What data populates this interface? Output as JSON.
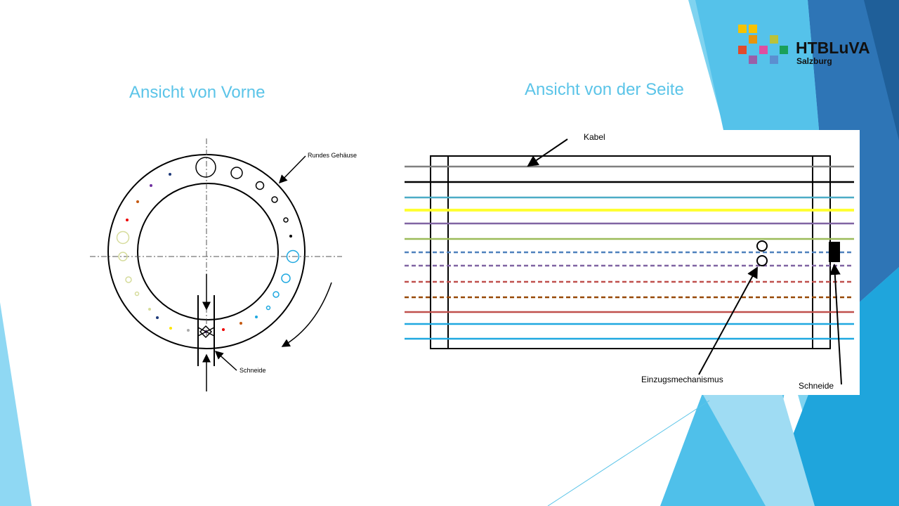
{
  "logo": {
    "name": "HTBLuVA",
    "sub": "Salzburg"
  },
  "front": {
    "title": "Ansicht von Vorne",
    "label_housing": "Rundes Gehäuse",
    "label_blade": "Schneide"
  },
  "side": {
    "title": "Ansicht von der Seite",
    "label_cable": "Kabel",
    "label_mechanism": "Einzugsmechanismus",
    "label_blade": "Schneide",
    "cables": [
      {
        "color": "#808080",
        "style": "solid"
      },
      {
        "color": "#000000",
        "style": "solid"
      },
      {
        "color": "#4bacc6",
        "style": "solid"
      },
      {
        "color": "#ffff33",
        "style": "solid"
      },
      {
        "color": "#8064a2",
        "style": "solid"
      },
      {
        "color": "#9bbb59",
        "style": "solid"
      },
      {
        "color": "#4f81bd",
        "style": "dashed"
      },
      {
        "color": "#8064a2",
        "style": "dashed"
      },
      {
        "color": "#c0504d",
        "style": "dashed"
      },
      {
        "color": "#974806",
        "style": "dashed"
      },
      {
        "color": "#c0504d",
        "style": "solid"
      },
      {
        "color": "#1fa8e0",
        "style": "solid"
      },
      {
        "color": "#1fa8e0",
        "style": "solid"
      }
    ]
  },
  "colors": {
    "title": "#5bc4e8",
    "accent": "#2e75b6"
  }
}
